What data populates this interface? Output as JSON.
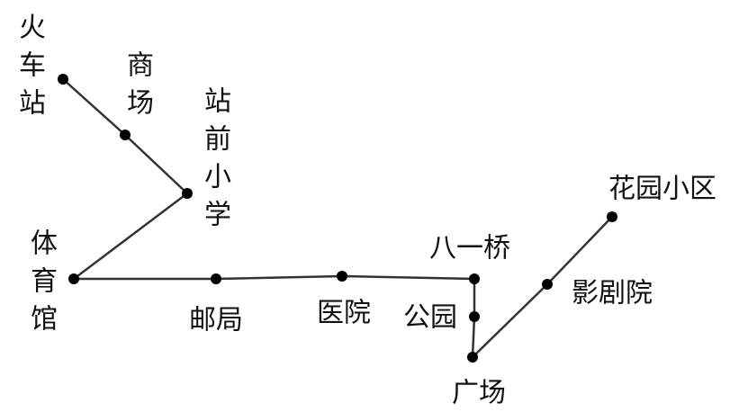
{
  "title": "Bus route map",
  "line_color": "#333333",
  "stations": [
    {
      "id": "huochezhan",
      "name": "火车站"
    },
    {
      "id": "shangchang",
      "name": "商场"
    },
    {
      "id": "zhanqianxiaoxue",
      "name": "站前小学"
    },
    {
      "id": "tiyuguan",
      "name": "体育馆"
    },
    {
      "id": "youju",
      "name": "邮局"
    },
    {
      "id": "yiyuan",
      "name": "医院"
    },
    {
      "id": "bayiqiao",
      "name": "八一桥"
    },
    {
      "id": "gongyuan",
      "name": "公园"
    },
    {
      "id": "guangchang",
      "name": "广场"
    },
    {
      "id": "yingjuyuan",
      "name": "影剧院"
    },
    {
      "id": "huayuanxiaoqu",
      "name": "花园小区"
    }
  ]
}
